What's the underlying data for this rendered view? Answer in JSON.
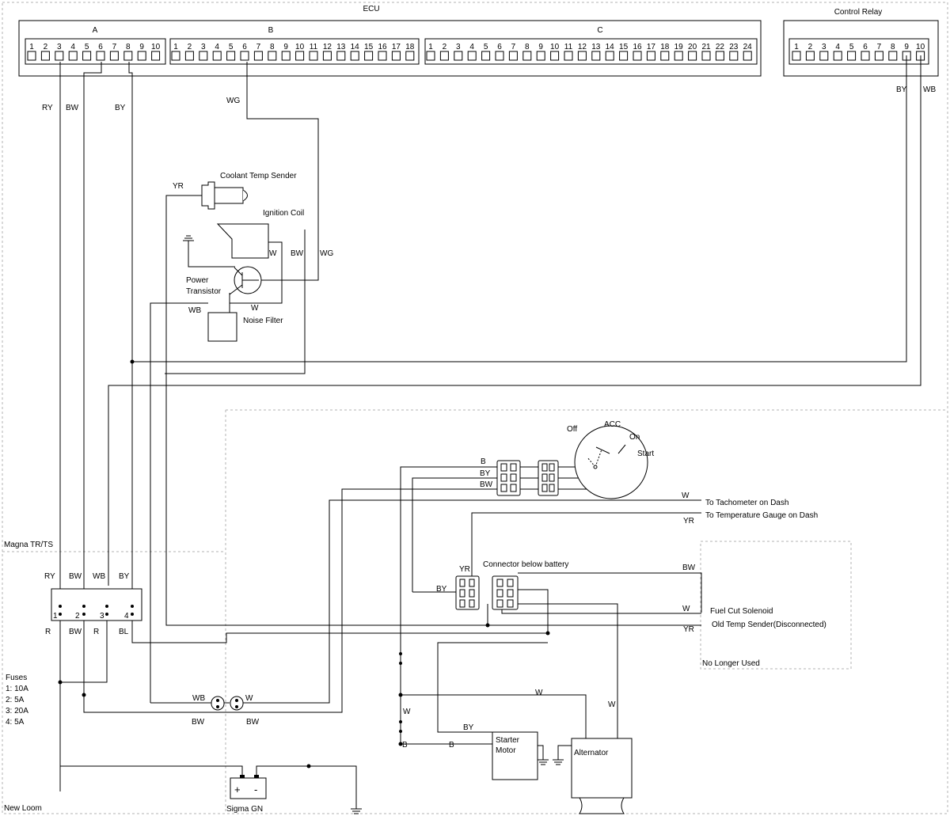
{
  "ecu": {
    "label": "ECU",
    "connectors": [
      {
        "name": "A",
        "pins": 10
      },
      {
        "name": "B",
        "pins": 18
      },
      {
        "name": "C",
        "pins": 24
      }
    ]
  },
  "control_relay": {
    "label": "Control Relay",
    "pins": 10
  },
  "wires": {
    "ry": "RY",
    "bw": "BW",
    "by": "BY",
    "wg": "WG",
    "wb": "WB",
    "yr": "YR",
    "w": "W",
    "b": "B",
    "r": "R",
    "bl": "BL"
  },
  "components": {
    "coolant_temp_sender": "Coolant Temp Sender",
    "ignition_coil": "Ignition Coil",
    "power_transistor_line1": "Power",
    "power_transistor_line2": "Transistor",
    "noise_filter": "Noise Filter",
    "ignition_switch": {
      "off": "Off",
      "acc": "ACC",
      "on": "On",
      "start": "Start"
    },
    "connector_below_battery": "Connector below battery",
    "starter_motor_line1": "Starter",
    "starter_motor_line2": "Motor",
    "alternator": "Alternator",
    "battery": {
      "label": "Sigma GN",
      "plus": "+",
      "minus": "-"
    }
  },
  "destinations": {
    "tachometer": "To Tachometer on Dash",
    "temp_gauge": "To Temperature Gauge on Dash",
    "fuel_cut": "Fuel Cut Solenoid",
    "old_temp": "Old Temp Sender(Disconnected)",
    "no_longer_used": "No Longer Used"
  },
  "magna": {
    "label": "Magna TR/TS",
    "top_wires": [
      "RY",
      "BW",
      "WB",
      "BY"
    ],
    "numbers": [
      "1",
      "2",
      "3",
      "4"
    ],
    "bottom_wires": [
      "R",
      "BW",
      "R",
      "BL"
    ]
  },
  "fuses": {
    "title": "Fuses",
    "items": [
      "1: 10A",
      "2: 5A",
      "3: 20A",
      "4: 5A"
    ]
  },
  "new_loom": "New Loom"
}
